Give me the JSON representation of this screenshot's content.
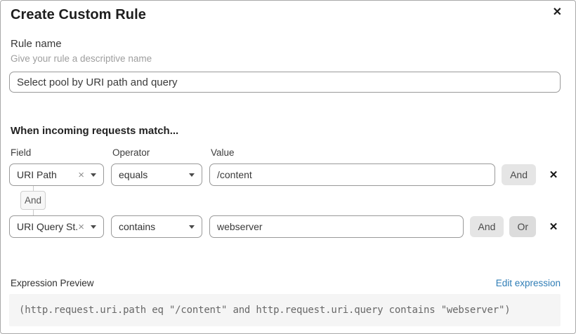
{
  "dialog": {
    "title": "Create Custom Rule",
    "close_glyph": "✕"
  },
  "rule_name": {
    "label": "Rule name",
    "hint": "Give your rule a descriptive name",
    "value": "Select pool by URI path and query"
  },
  "matcher": {
    "heading": "When incoming requests match...",
    "columns": {
      "field": "Field",
      "operator": "Operator",
      "value": "Value"
    },
    "rows": [
      {
        "field": "URI Path",
        "operator": "equals",
        "value": "/content",
        "buttons": [
          "And"
        ]
      },
      {
        "field": "URI Query St...",
        "operator": "contains",
        "value": "webserver",
        "buttons": [
          "And",
          "Or"
        ]
      }
    ],
    "connector_label": "And",
    "clear_glyph": "×",
    "remove_glyph": "✕"
  },
  "expression": {
    "label": "Expression Preview",
    "edit_link": "Edit expression",
    "code": "(http.request.uri.path eq \"/content\" and http.request.uri.query contains \"webserver\")"
  },
  "colors": {
    "link": "#2f7db6",
    "input_border": "#999999",
    "chip_bg": "#e5e5e5",
    "code_bg": "#f5f5f5"
  }
}
